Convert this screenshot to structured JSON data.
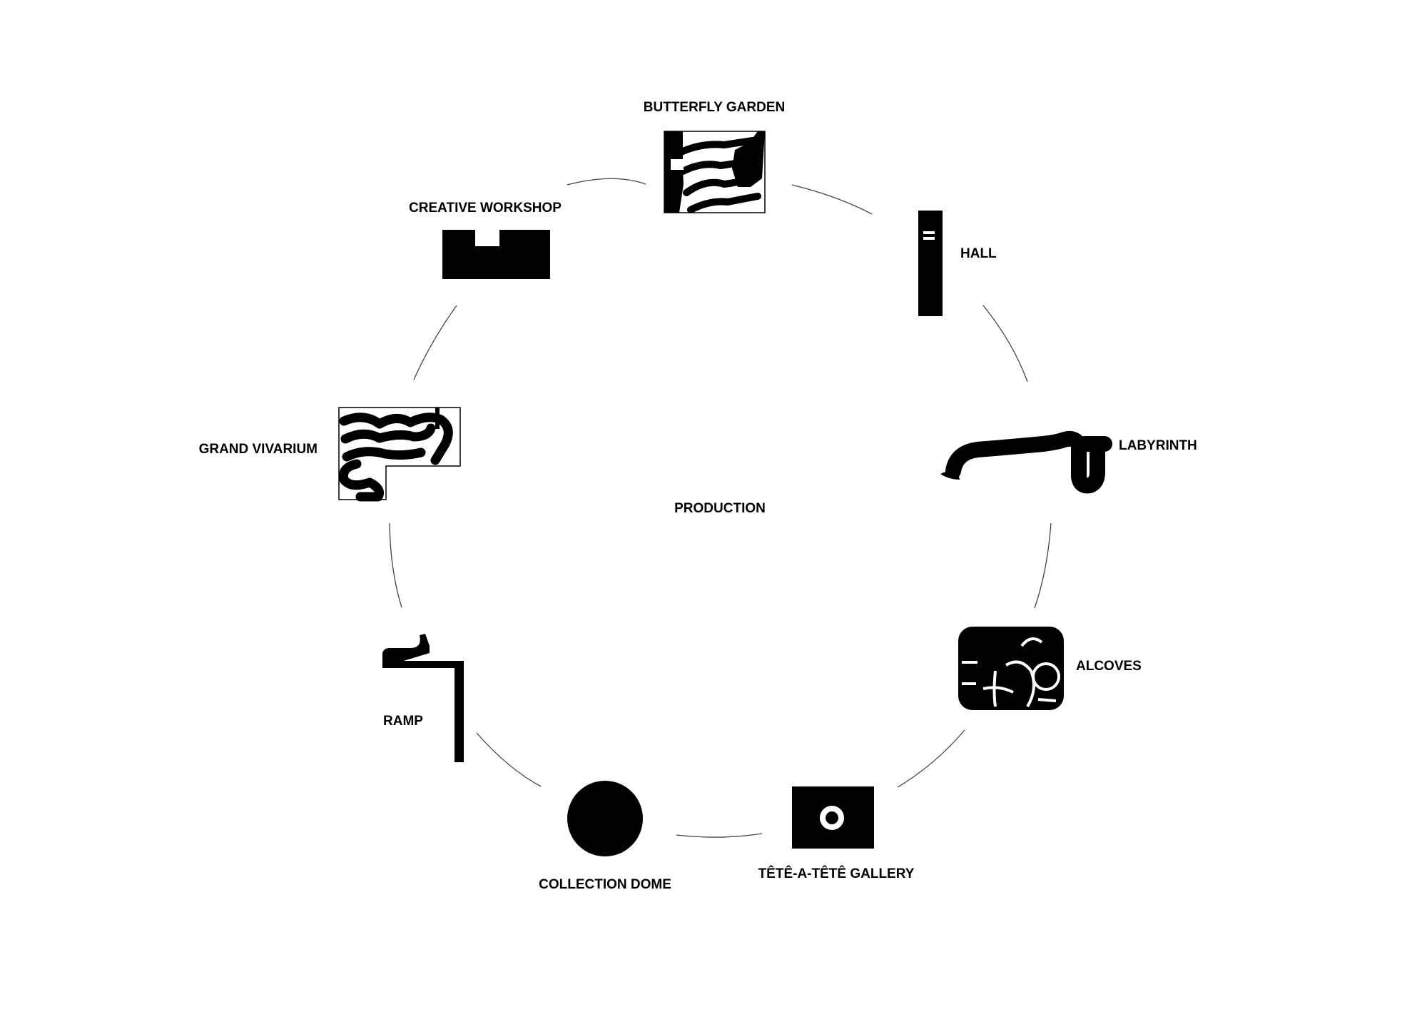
{
  "center_label": "PRODUCTION",
  "spaces": [
    {
      "id": "butterfly-garden",
      "label": "BUTTERFLY GARDEN"
    },
    {
      "id": "hall",
      "label": "HALL"
    },
    {
      "id": "labyrinth",
      "label": "LABYRINTH"
    },
    {
      "id": "alcoves",
      "label": "ALCOVES"
    },
    {
      "id": "tete-a-tete-gallery",
      "label": "TÊTÊ-A-TÊTÊ GALLERY"
    },
    {
      "id": "collection-dome",
      "label": "COLLECTION DOME"
    },
    {
      "id": "ramp",
      "label": "RAMP"
    },
    {
      "id": "grand-vivarium",
      "label": "GRAND VIVARIUM"
    },
    {
      "id": "creative-workshop",
      "label": "CREATIVE WORKSHOP"
    }
  ],
  "colors": {
    "ink": "#000000",
    "paper": "#ffffff",
    "ring": "#444444"
  }
}
